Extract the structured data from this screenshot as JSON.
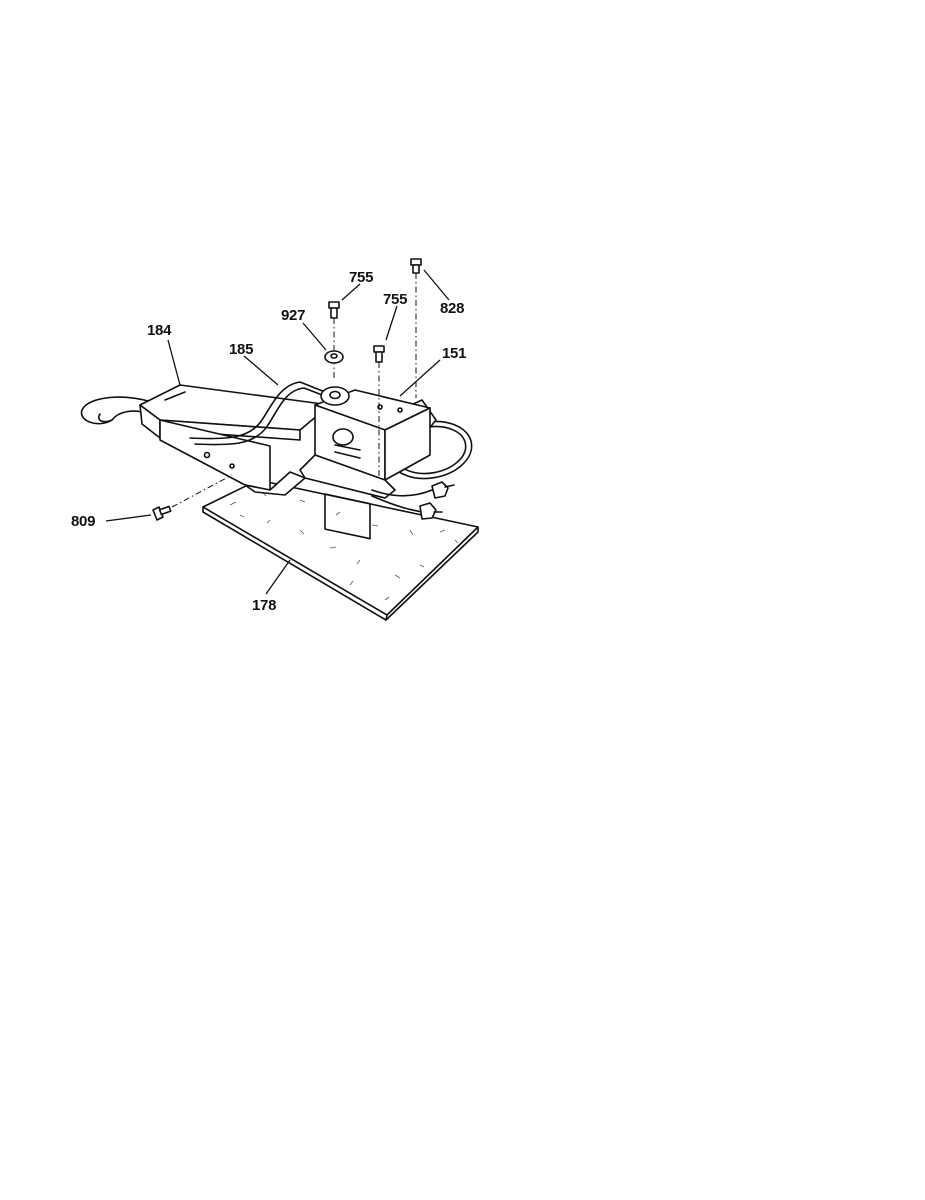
{
  "diagram": {
    "callouts": [
      {
        "id": "184",
        "label": "184"
      },
      {
        "id": "185",
        "label": "185"
      },
      {
        "id": "927",
        "label": "927"
      },
      {
        "id": "755a",
        "label": "755"
      },
      {
        "id": "755b",
        "label": "755"
      },
      {
        "id": "828",
        "label": "828"
      },
      {
        "id": "151",
        "label": "151"
      },
      {
        "id": "809",
        "label": "809"
      },
      {
        "id": "178",
        "label": "178"
      }
    ]
  }
}
